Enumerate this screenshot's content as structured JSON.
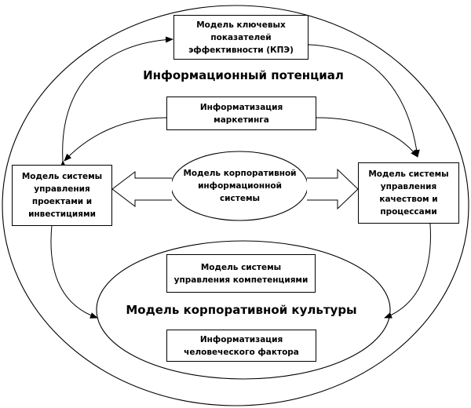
{
  "diagram": {
    "outer_title": "Информационный потенциал",
    "kpi_box": "Модель ключевых показателей эффективности (КПЭ)",
    "marketing_box": "Информатизация маркетинга",
    "center_ellipse": "Модель корпоративной информационной системы",
    "left_box": "Модель системы управления проектами и инвестициями",
    "right_box": "Модель системы управления качеством и процессами",
    "culture_title": "Модель корпоративной культуры",
    "competence_box": "Модель системы управления компетенциями",
    "human_factor_box": "Информатизация человеческого фактора"
  },
  "colors": {
    "line": "#000000",
    "background": "#ffffff"
  }
}
